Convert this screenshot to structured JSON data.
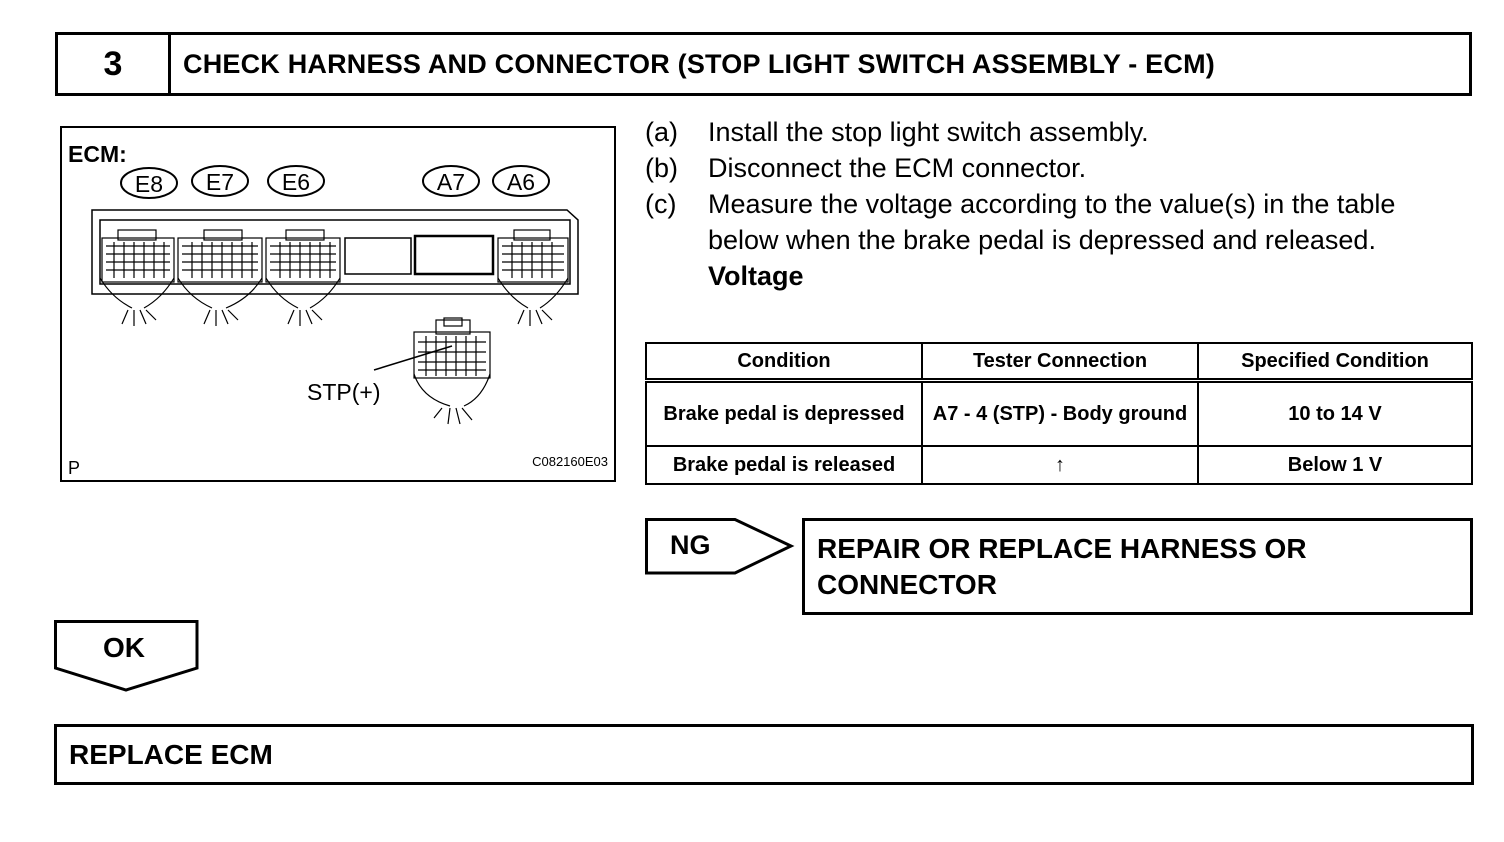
{
  "step": {
    "number": "3",
    "title": "CHECK HARNESS AND CONNECTOR (STOP LIGHT SWITCH ASSEMBLY - ECM)"
  },
  "figure": {
    "ecm_label": "ECM:",
    "connectors": [
      "E8",
      "E7",
      "E6",
      "A7",
      "A6"
    ],
    "pin_label": "STP(+)",
    "corner_mark": "P",
    "figure_code": "C082160E03"
  },
  "instructions": [
    {
      "marker": "(a)",
      "text": "Install the stop light switch assembly."
    },
    {
      "marker": "(b)",
      "text": "Disconnect the ECM connector."
    },
    {
      "marker": "(c)",
      "text": "Measure the voltage according to the value(s) in the table below when the brake pedal is depressed and released."
    }
  ],
  "table": {
    "title": "Voltage",
    "headers": [
      "Condition",
      "Tester Connection",
      "Specified Condition"
    ],
    "rows": [
      [
        "Brake pedal is depressed",
        "A7 - 4 (STP) - Body ground",
        "10 to 14 V"
      ],
      [
        "Brake pedal is released",
        "↑",
        "Below 1 V"
      ]
    ]
  },
  "ng": {
    "label": "NG",
    "action": "REPAIR OR REPLACE HARNESS OR CONNECTOR"
  },
  "ok": {
    "label": "OK",
    "action": "REPLACE ECM"
  }
}
